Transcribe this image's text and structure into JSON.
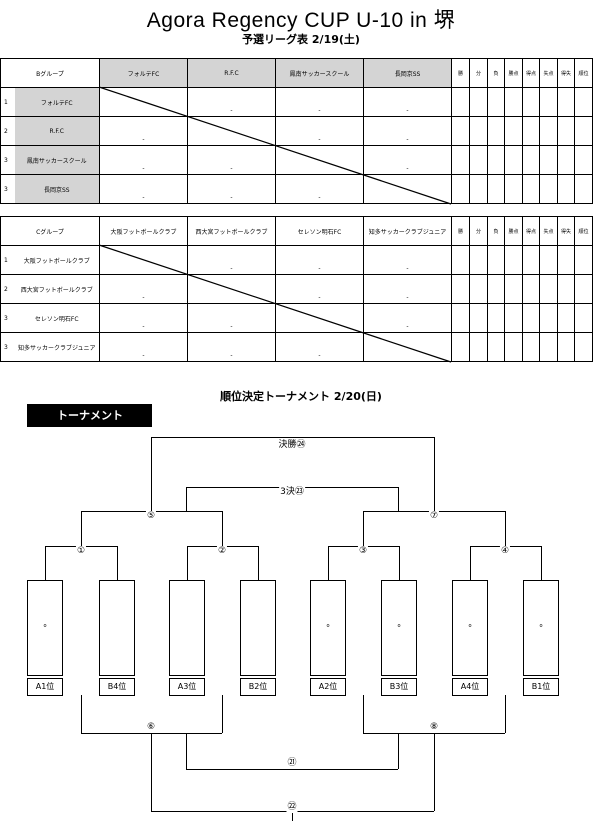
{
  "header": {
    "title": "Agora Regency CUP U-10 in 堺",
    "subtitle": "予選リーグ表  2/19(土)"
  },
  "stat_headers": [
    "勝",
    "分",
    "負",
    "勝点",
    "得点",
    "失点",
    "得失",
    "順位"
  ],
  "group_b": {
    "name": "Bグループ",
    "teams": [
      "フォルテFC",
      "R.F.C",
      "鳳南サッカースクール",
      "長岡京SS"
    ],
    "numbers": [
      "1",
      "2",
      "3",
      "3"
    ],
    "dash": "-"
  },
  "group_c": {
    "name": "Cグループ",
    "teams": [
      "大阪フットボールクラブ",
      "西大宮フットボールクラブ",
      "セレソン明石FC",
      "知多サッカークラブジュニア"
    ],
    "numbers": [
      "1",
      "2",
      "3",
      "3"
    ],
    "dash": "-"
  },
  "tournament": {
    "title": "順位決定トーナメント  2/20(日)",
    "badge": "トーナメント",
    "final": "決勝㉔",
    "third": "3決㉓",
    "m1": "①",
    "m2": "②",
    "m3": "③",
    "m4": "④",
    "m5": "⑤",
    "m6": "⑥",
    "m7": "⑦",
    "m8": "⑧",
    "m21": "㉑",
    "m22": "㉒",
    "slots": [
      "A1位",
      "B4位",
      "A3位",
      "B2位",
      "A2位",
      "B3位",
      "A4位",
      "B1位"
    ],
    "slot_mark": "o"
  }
}
